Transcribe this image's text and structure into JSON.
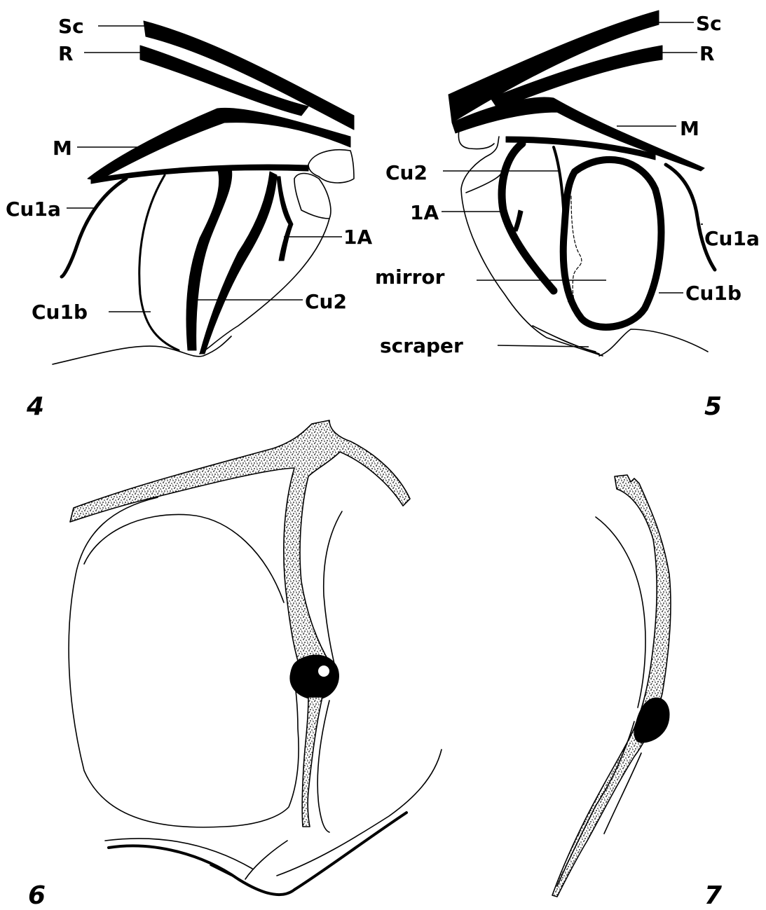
{
  "figure_4": {
    "number": "4",
    "labels": {
      "sc": "Sc",
      "r": "R",
      "m": "M",
      "cu1a": "Cu1a",
      "cu1b": "Cu1b",
      "a1": "1A",
      "cu2": "Cu2"
    }
  },
  "figure_5": {
    "number": "5",
    "labels": {
      "sc": "Sc",
      "r": "R",
      "m": "M",
      "cu2": "Cu2",
      "a1": "1A",
      "cu1a": "Cu1a",
      "mirror": "mirror",
      "cu1b": "Cu1b",
      "scraper": "scraper"
    }
  },
  "figure_6": {
    "number": "6"
  },
  "figure_7": {
    "number": "7"
  },
  "colors": {
    "ink": "#000000",
    "paper": "#ffffff"
  }
}
